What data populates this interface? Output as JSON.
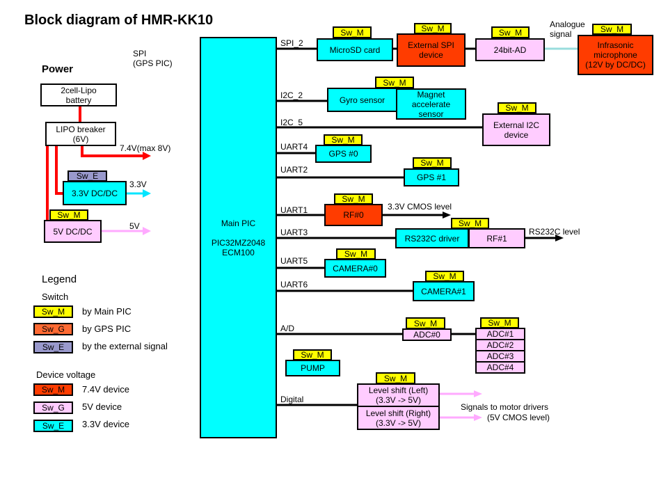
{
  "title": "Block diagram of HMR-KK10",
  "spi_note": {
    "line1": "SPI",
    "line2": "(GPS PIC)"
  },
  "colors": {
    "switch_main": "#ffff00",
    "switch_gps": "#ff6a33",
    "switch_external": "#9999cc",
    "device_7v4": "#ff3c00",
    "device_5v": "#ffccff",
    "device_3v3": "#00ffff",
    "power_line": "#ff0000",
    "analogue_line": "#99dddd",
    "arrow_3v3": "#00e5ff",
    "arrow_5v": "#ffaaff"
  },
  "power": {
    "heading": "Power",
    "battery": {
      "line1": "2cell-Lipo",
      "line2": "battery"
    },
    "breaker": {
      "line1": "LIPO breaker",
      "line2": "(6V)"
    },
    "output_7v4": "7.4V(max 8V)",
    "dcdc_3v3": {
      "switch": "Sw_E",
      "label": "3.3V DC/DC",
      "output": "3.3V"
    },
    "dcdc_5v": {
      "switch": "Sw_M",
      "label": "5V DC/DC",
      "output": "5V"
    }
  },
  "legend": {
    "heading": "Legend",
    "switch_heading": "Switch",
    "switches": [
      {
        "tag": "Sw_M",
        "meaning": "by Main PIC"
      },
      {
        "tag": "Sw_G",
        "meaning": "by GPS PIC"
      },
      {
        "tag": "Sw_E",
        "meaning": "by the external signal"
      }
    ],
    "voltage_heading": "Device voltage",
    "voltages": [
      {
        "tag": "Sw_M",
        "meaning": "7.4V device"
      },
      {
        "tag": "Sw_G",
        "meaning": "5V device"
      },
      {
        "tag": "Sw_E",
        "meaning": "3.3V device"
      }
    ]
  },
  "main_pic": {
    "name": "Main PIC",
    "part": "PIC32MZ2048",
    "variant": "ECM100"
  },
  "buses": {
    "spi_2": "SPI_2",
    "i2c_2": "I2C_2",
    "i2c_5": "I2C_5",
    "uart4": "UART4",
    "uart2": "UART2",
    "uart1": "UART1",
    "uart3": "UART3",
    "uart5": "UART5",
    "uart6": "UART6",
    "ad": "A/D",
    "digital": "Digital"
  },
  "analogue_signal": {
    "line1": "Analogue",
    "line2": "signal"
  },
  "devices": {
    "microsd": {
      "switch": "Sw_M",
      "label": "MicroSD card"
    },
    "external_spi": {
      "switch": "Sw_M",
      "line1": "External SPI",
      "line2": "device"
    },
    "ad_24bit": {
      "switch": "Sw_M",
      "label": "24bit-AD"
    },
    "infrasonic": {
      "switch": "Sw_M",
      "line1": "Infrasonic",
      "line2": "microphone",
      "line3": "(12V by DC/DC)"
    },
    "gyro": {
      "switch": "Sw_M",
      "label": "Gyro sensor"
    },
    "magnet": {
      "line1": "Magnet",
      "line2": "accelerate",
      "line3": "sensor"
    },
    "external_i2c": {
      "switch": "Sw_M",
      "line1": "External I2C",
      "line2": "device"
    },
    "gps0": {
      "switch": "Sw_M",
      "label": "GPS #0"
    },
    "gps1": {
      "switch": "Sw_M",
      "label": "GPS #1"
    },
    "rf0": {
      "switch": "Sw_M",
      "label": "RF#0",
      "output": "3.3V CMOS level"
    },
    "rs232c_driver": {
      "label": "RS232C driver"
    },
    "rf1": {
      "switch": "Sw_M",
      "label": "RF#1",
      "output": "RS232C level"
    },
    "camera0": {
      "switch": "Sw_M",
      "label": "CAMERA#0"
    },
    "camera1": {
      "switch": "Sw_M",
      "label": "CAMERA#1"
    },
    "adc0": {
      "switch": "Sw_M",
      "label": "ADC#0"
    },
    "adc_bank": {
      "switch": "Sw_M",
      "channels": [
        "ADC#1",
        "ADC#2",
        "ADC#3",
        "ADC#4"
      ]
    },
    "pump": {
      "switch": "Sw_M",
      "label": "PUMP"
    },
    "level_shift_left": {
      "switch": "Sw_M",
      "line1": "Level shift (Left)",
      "line2": "(3.3V -> 5V)"
    },
    "level_shift_right": {
      "line1": "Level shift (Right)",
      "line2": "(3.3V -> 5V)"
    },
    "motor_signals": {
      "line1": "Signals to motor drivers",
      "line2": "(5V CMOS level)"
    }
  }
}
